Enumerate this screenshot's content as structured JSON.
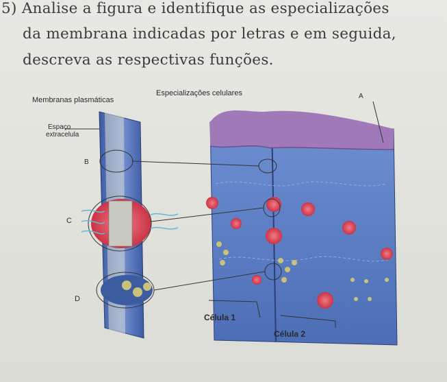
{
  "question": {
    "number": "5)",
    "line1": "Analise a figura e identifique as especializações",
    "line2": "da membrana indicadas por letras e em seguida,",
    "line3": "descreva as respectivas funções."
  },
  "figure": {
    "title_left": "Membranas plasmáticas",
    "title_right": "Especializações celulares",
    "label_space_1": "Espaço",
    "label_space_2": "extracelula",
    "label_A": "A",
    "label_B": "B",
    "label_C": "C",
    "label_D": "D",
    "label_cell1": "Célula 1",
    "label_cell2": "Célula 2"
  },
  "colors": {
    "membrane": "#4f6fb5",
    "cell_blue": "#5b7fc4",
    "microvilli": "#a07ab8",
    "desmosome": "#d94a5a",
    "gap": "#c9c27a"
  }
}
